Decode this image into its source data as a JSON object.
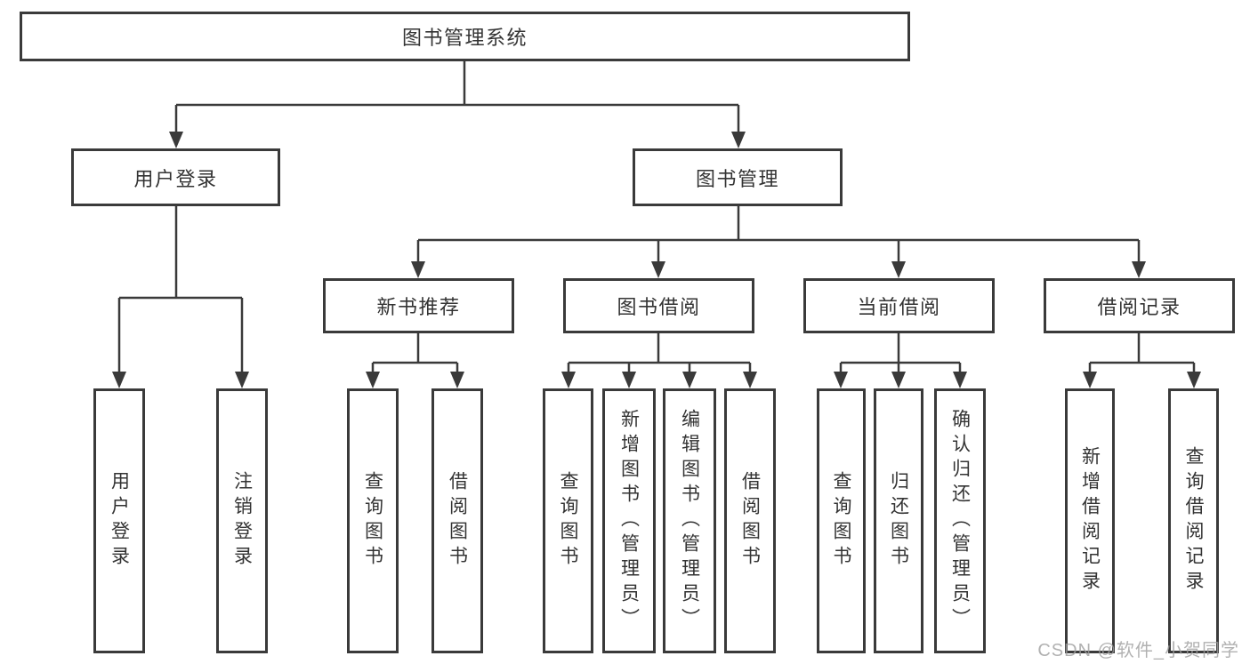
{
  "nodes": {
    "root": "图书管理系统",
    "level2": {
      "user_login": "用户登录",
      "book_mgmt": "图书管理"
    },
    "level3": {
      "new_books": "新书推荐",
      "book_borrow": "图书借阅",
      "current_borrow": "当前借阅",
      "borrow_records": "借阅记录"
    }
  },
  "leaves": {
    "user": [
      "用户登录",
      "注销登录"
    ],
    "recommend": [
      "查询图书",
      "借阅图书"
    ],
    "borrow": [
      "查询图书",
      "新增图书（管理员）",
      "编辑图书（管理员）",
      "借阅图书"
    ],
    "current": [
      "查询图书",
      "归还图书",
      "确认归还（管理员）"
    ],
    "records": [
      "新增借阅记录",
      "查询借阅记录"
    ]
  },
  "watermark": "CSDN @软件_小贺同学",
  "colors": {
    "line": "#3a3a3a",
    "text": "#333333",
    "watermark": "#9e9e9e",
    "background": "#ffffff"
  }
}
